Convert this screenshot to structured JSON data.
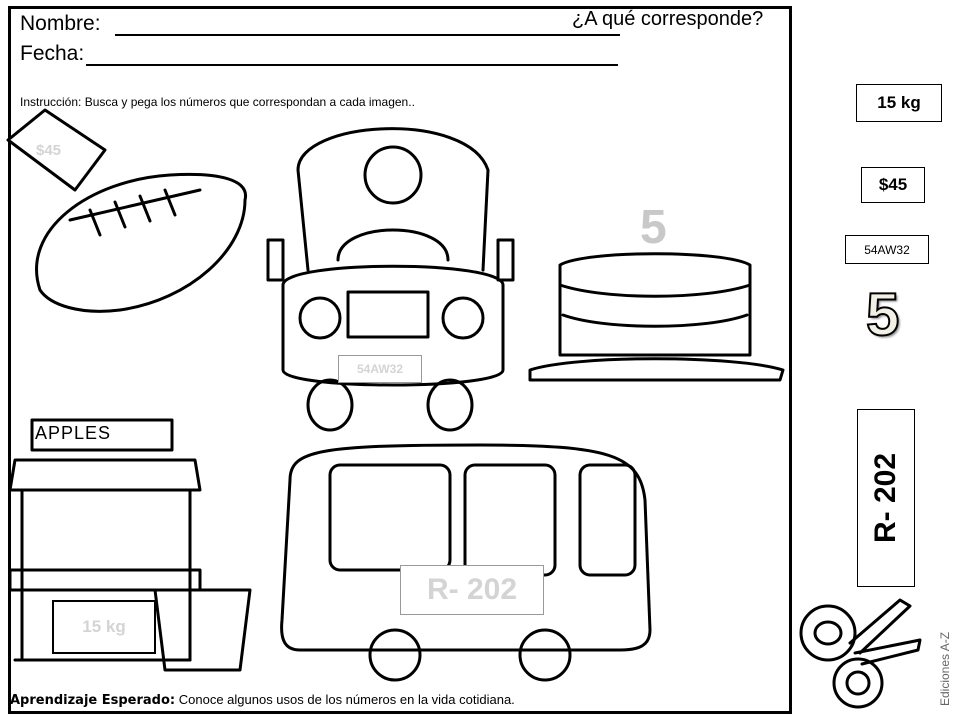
{
  "header": {
    "name_label": "Nombre:",
    "date_label": "Fecha:",
    "title": "¿A qué corresponde?"
  },
  "instruction": "Instrucción:  Busca y pega los números que  correspondan a cada imagen..",
  "pictures": {
    "football_tag": "$45",
    "car_plate": "54AW32",
    "cake_number": "5",
    "stand_sign": "APPLES",
    "stand_weight": "15 kg",
    "bus_route": "R- 202"
  },
  "cutouts": [
    "15 kg",
    "$45",
    "54AW32",
    "5",
    "R- 202"
  ],
  "footer": {
    "label": "Aprendizaje Esperado:",
    "text": "Conoce algunos usos de los números en la vida cotidiana."
  },
  "credit": "Ediciones A-Z"
}
